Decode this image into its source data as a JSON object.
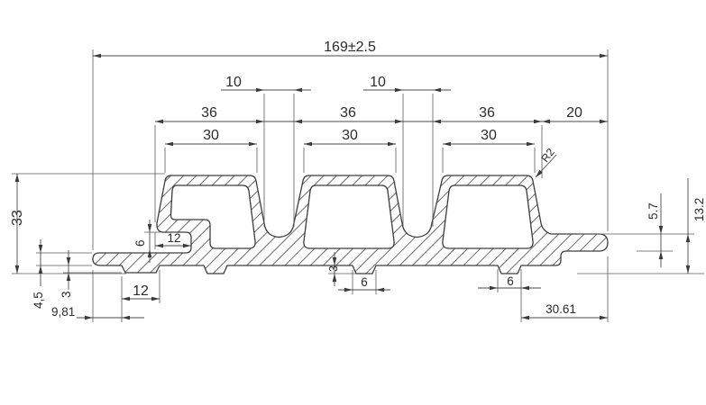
{
  "drawing": {
    "type": "technical-cross-section",
    "dimensions": {
      "overall_width": "169±2.5",
      "top_slot_width_1": "10",
      "top_slot_width_2": "10",
      "rib_base_width_1": "36",
      "rib_base_width_2": "36",
      "rib_base_width_3": "36",
      "right_end_width": "20",
      "rib_top_width_1": "30",
      "rib_top_width_2": "30",
      "rib_top_width_3": "30",
      "corner_radius": "R2",
      "overall_height": "33",
      "base_thickness": "4,5",
      "left_step_height": "3",
      "left_tip_length": "9,81",
      "left_pad_width": "12",
      "groove_height": "6",
      "groove_width": "12",
      "mid_foot_height": "3",
      "mid_foot_width": "6",
      "right_foot_width": "6",
      "flange_thickness": "5.7",
      "flange_total_height": "13.2",
      "right_flange_extent": "30.61"
    },
    "colors": {
      "line": "#3d3d3d",
      "hatch": "#5a5a5a",
      "background": "#ffffff"
    }
  }
}
